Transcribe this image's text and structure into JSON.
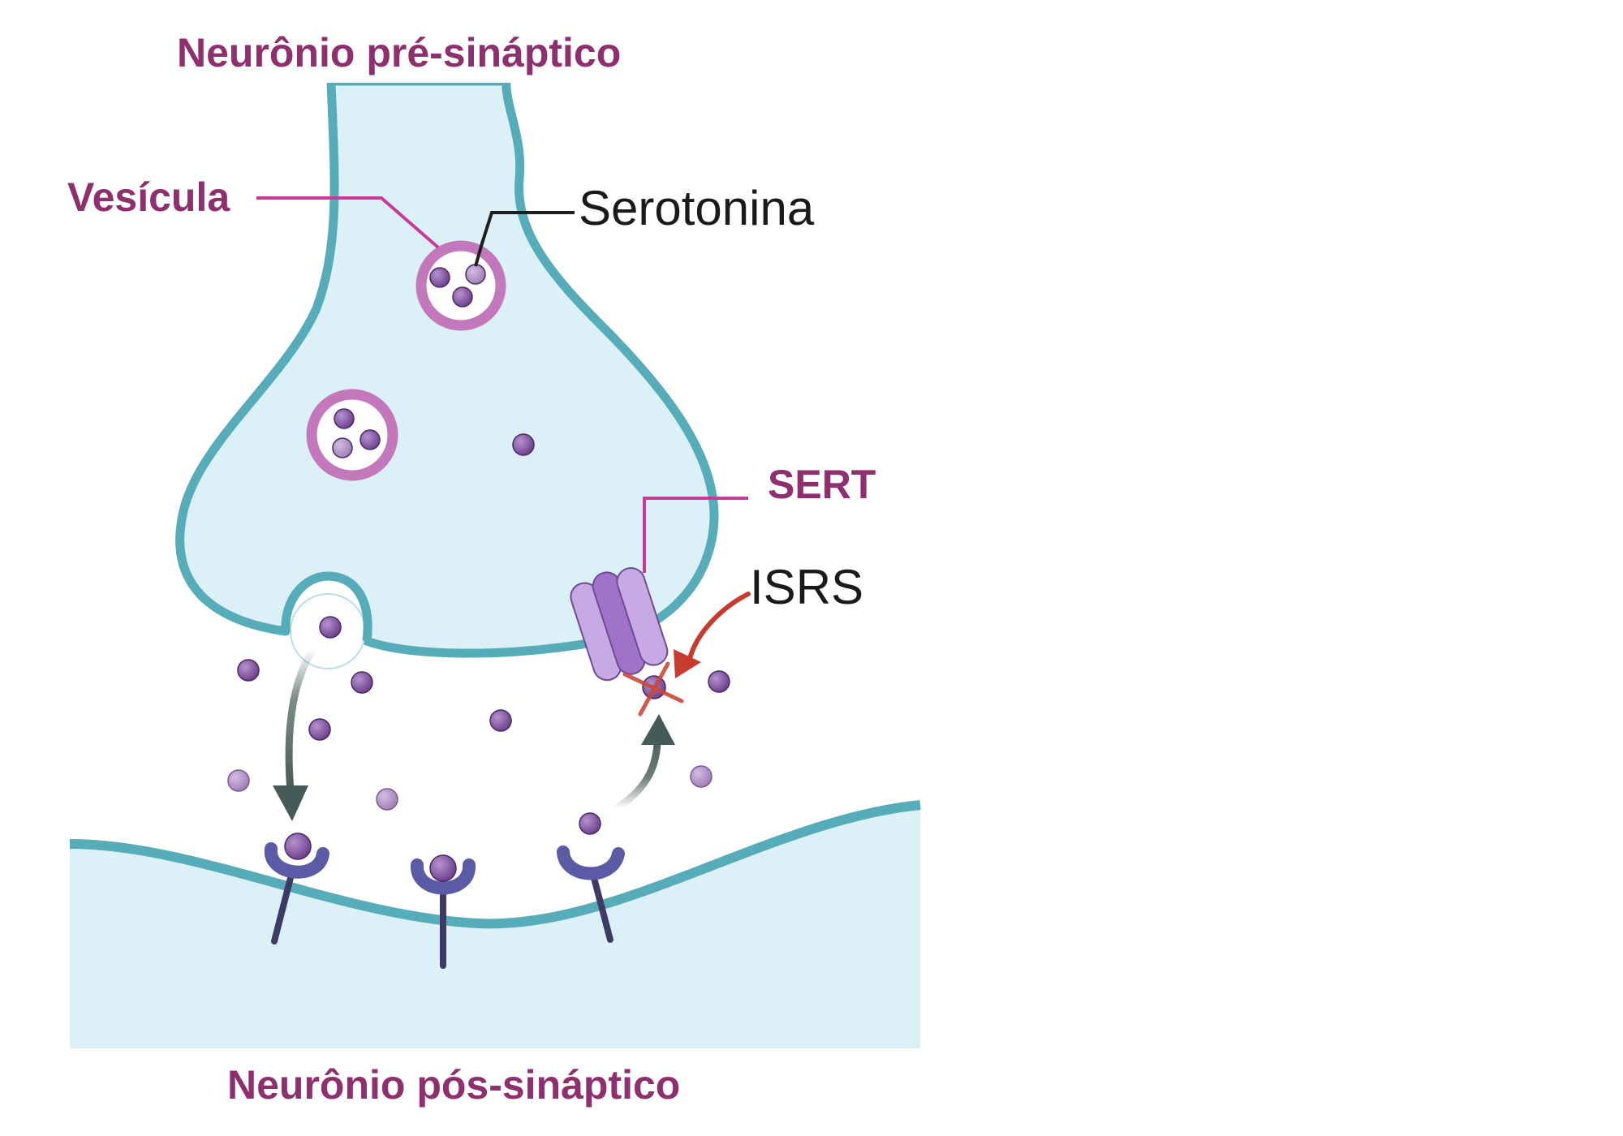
{
  "labels": {
    "presynaptic": "Neurônio pré-sináptico",
    "postsynaptic": "Neurônio pós-sináptico",
    "vesicle": "Vesícula",
    "serotonin": "Serotonina",
    "sert": "SERT",
    "ssri": "ISRS"
  },
  "colors": {
    "membrane": "#57acb9",
    "cytoplasm": "#dcf0f8",
    "vesicle_ring": "#c278bb",
    "serotonin": "#7d4b96",
    "serotonin_light": "#ad8fc2",
    "receptor": "#5a5aa5",
    "receptor_stem": "#3d3a66",
    "sert_body": "#b48fd6",
    "leader_pink": "#c8399a",
    "label_purple": "#8e2f6e",
    "ssri_red": "#c63b2e",
    "flow_arrow": "#465a58"
  },
  "icons": {
    "vesicle": "vesicle-icon",
    "serotonin": "serotonin-molecule-icon",
    "receptor": "receptor-icon",
    "transporter": "sert-transporter-icon",
    "inhibition": "block-x-icon"
  }
}
